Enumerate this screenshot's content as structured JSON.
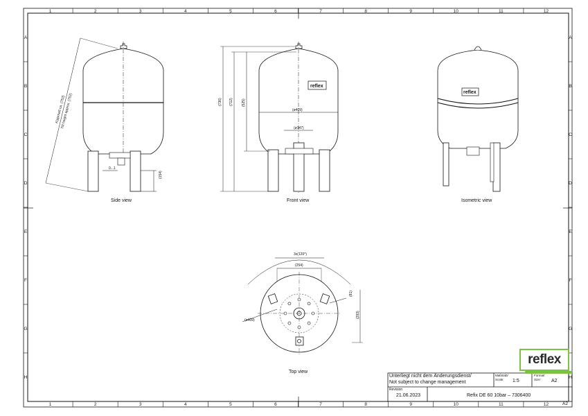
{
  "grid": {
    "columns": [
      "1",
      "2",
      "3",
      "4",
      "5",
      "6",
      "7",
      "8",
      "9",
      "10",
      "11",
      "12"
    ],
    "rows": [
      "A",
      "B",
      "C",
      "D",
      "E",
      "F",
      "G",
      "H"
    ]
  },
  "views": {
    "side_label": "Side view",
    "front_label": "Front view",
    "iso_label": "Isometric view",
    "top_label": "Top view"
  },
  "side_view": {
    "tilt_de": "Kippmaß ca. (752)",
    "tilt_en": "Tilt height approx. (752)",
    "clearance": "0...1",
    "leg_height": "(154)"
  },
  "front_view": {
    "height_total": "(736)",
    "height_2": "(712)",
    "height_3": "(525)",
    "diameter": "(ø409)",
    "leg_spacing": "(ø147)",
    "brand_plate": "reflex"
  },
  "iso_view": {
    "brand_plate": "reflex"
  },
  "top_view": {
    "angle": "3x(120°)",
    "pitch": "(254)",
    "diameter": "(ø409)",
    "offset_small": "(81)",
    "offset_large": "(293)"
  },
  "title_block": {
    "logo_text": "reflex",
    "notice_de": "Unterliegt nicht dem Änderungsdienst/",
    "notice_en": "Not subject to change management",
    "scale_label_de": "Maßstab/",
    "scale_label_en": "Scale:",
    "scale_value": "1:5",
    "format_label_de": "Format/",
    "format_label_en": "Size:",
    "format_value": "A2",
    "revision_label": "Revision",
    "revision_date": "21.06.2023",
    "part_description": "Refix DE 60 10bar – 7306400",
    "sheet_size_corner": "A2"
  },
  "colors": {
    "line": "#111111",
    "logo_green": "#7cc242"
  }
}
